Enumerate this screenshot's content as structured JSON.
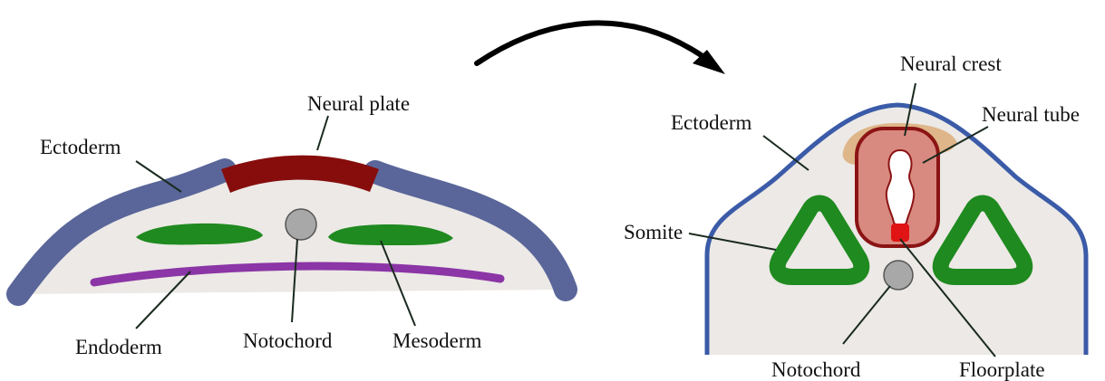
{
  "left_panel": {
    "labels": {
      "neural_plate": "Neural plate",
      "ectoderm": "Ectoderm",
      "endoderm": "Endoderm",
      "notochord": "Notochord",
      "mesoderm": "Mesoderm"
    }
  },
  "right_panel": {
    "labels": {
      "neural_crest": "Neural crest",
      "ectoderm": "Ectoderm",
      "neural_tube": "Neural tube",
      "somite": "Somite",
      "notochord": "Notochord",
      "floorplate": "Floorplate"
    }
  },
  "colors": {
    "tissue_fill": "#ece9e6",
    "ectoderm": "#5a6699",
    "ectoderm_right": "#3b5ba8",
    "neural_plate": "#870d0d",
    "mesoderm": "#1f8a1f",
    "endoderm": "#8b35a6",
    "notochord": "#a8a8a8",
    "neural_crest": "#ddb07e",
    "neural_tube_fill": "#d98a80",
    "neural_tube_outline": "#8b1414",
    "floorplate": "#e01414",
    "arrow": "#000000"
  }
}
